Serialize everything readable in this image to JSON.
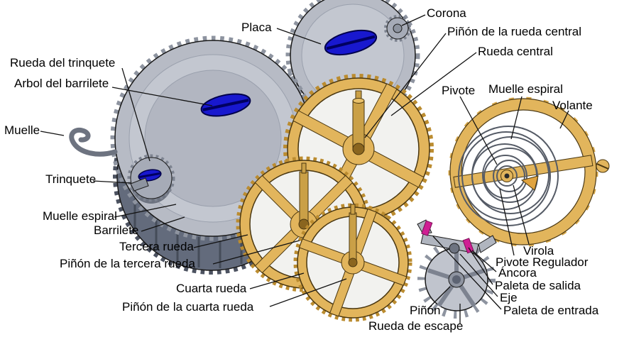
{
  "labels": {
    "placa": "Placa",
    "corona": "Corona",
    "pinon_rueda_central": "Piñón de la rueda central",
    "rueda_central": "Rueda central",
    "pivote": "Pivote",
    "muelle_espiral_der": "Muelle espiral",
    "volante": "Volante",
    "rueda_del_trinquete": "Rueda del trinquete",
    "arbol_del_barrilete": "Arbol del barrilete",
    "muelle": "Muelle",
    "trinquete": "Trinquete",
    "muelle_espiral_izq": "Muelle espiral",
    "barrilete": "Barrilete",
    "tercera_rueda": "Tercera rueda",
    "pinon_tercera_rueda": "Piñón de la tercera rueda",
    "cuarta_rueda": "Cuarta rueda",
    "pinon_cuarta_rueda": "Piñón de la cuarta rueda",
    "pinon": "Piñón",
    "rueda_de_escape": "Rueda de escape",
    "ancora": "Áncora",
    "paleta_de_salida": "Paleta de salida",
    "eje": "Eje",
    "paleta_de_entrada": "Paleta de entrada",
    "virola": "Virola",
    "pivote_regulador": "Pivote Regulador"
  },
  "colors": {
    "background": "#ffffff",
    "label_text": "#000000",
    "brass": "#e2b55c",
    "brass_dark": "#8a651f",
    "steel": "#b7bbc5",
    "steel_dark": "#5d6473",
    "screw_blue": "#1818cf",
    "pallet_magenta": "#cf1f93"
  }
}
